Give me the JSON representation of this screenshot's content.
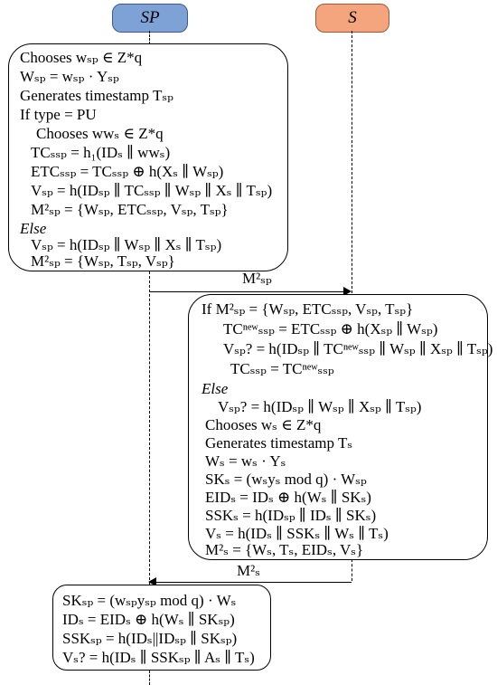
{
  "participants": {
    "sp": "SP",
    "s": "S"
  },
  "box1": {
    "lines": [
      "Chooses wₛₚ ∈ Z*q",
      "Wₛₚ = wₛₚ · Yₛₚ",
      "Generates timestamp Tₛₚ",
      "If type = PU",
      "Chooses wwₛ ∈ Z*q",
      "TCₛₛₚ = h₁(IDₛ ∥ wwₛ)",
      "ETCₛₛₚ = TCₛₛₚ ⊕ h(Xₛ ∥ Wₛₚ)",
      "Vₛₚ = h(IDₛₚ ∥ TCₛₛₚ ∥ Wₛₚ ∥ Xₛ ∥ Tₛₚ)",
      "M²ₛₚ = {Wₛₚ, ETCₛₛₚ, Vₛₚ, Tₛₚ}",
      "Else",
      "Vₛₚ = h(IDₛₚ ∥ Wₛₚ ∥ Xₛ ∥ Tₛₚ)",
      "M²ₛₚ = {Wₛₚ, Tₛₚ, Vₛₚ}"
    ]
  },
  "msg1": "M²ₛₚ",
  "box2": {
    "lines": [
      "If   M²ₛₚ = {Wₛₚ, ETCₛₛₚ, Vₛₚ, Tₛₚ}",
      "TCⁿᵉʷₛₛₚ = ETCₛₛₚ ⊕ h(Xₛₚ ∥ Wₛₚ)",
      "Vₛₚ? = h(IDₛₚ ∥ TCⁿᵉʷₛₛₚ ∥ Wₛₚ ∥ Xₛₚ ∥ Tₛₚ)",
      "TCₛₛₚ = TCⁿᵉʷₛₛₚ",
      "Else",
      "Vₛₚ? = h(IDₛₚ ∥ Wₛₚ ∥ Xₛₚ ∥ Tₛₚ)",
      "Chooses wₛ ∈ Z*q",
      "Generates timestamp Tₛ",
      "Wₛ = wₛ · Yₛ",
      "SKₛ = (wₛyₛ mod q) · Wₛₚ",
      "EIDₛ = IDₛ ⊕ h(Wₛ ∥ SKₛ)",
      "SSKₛ = h(IDₛₚ ∥ IDₛ ∥ SKₛ)",
      "Vₛ = h(IDₛ ∥ SSKₛ ∥ Wₛ ∥ Tₛ)",
      "M²ₛ = {Wₛ, Tₛ, EIDₛ, Vₛ}"
    ]
  },
  "msg2": "M²ₛ",
  "box3": {
    "lines": [
      "SKₛₚ = (wₛₚyₛₚ mod q) · Wₛ",
      "IDₛ = EIDₛ ⊕ h(Wₛ ∥ SKₛₚ)",
      "SSKₛₚ = h(IDₛ||IDₛₚ ∥ SKₛₚ)",
      "Vₛ? = h(IDₛ ∥ SSKₛₚ ∥ Aₛ ∥ Tₛ)"
    ]
  }
}
